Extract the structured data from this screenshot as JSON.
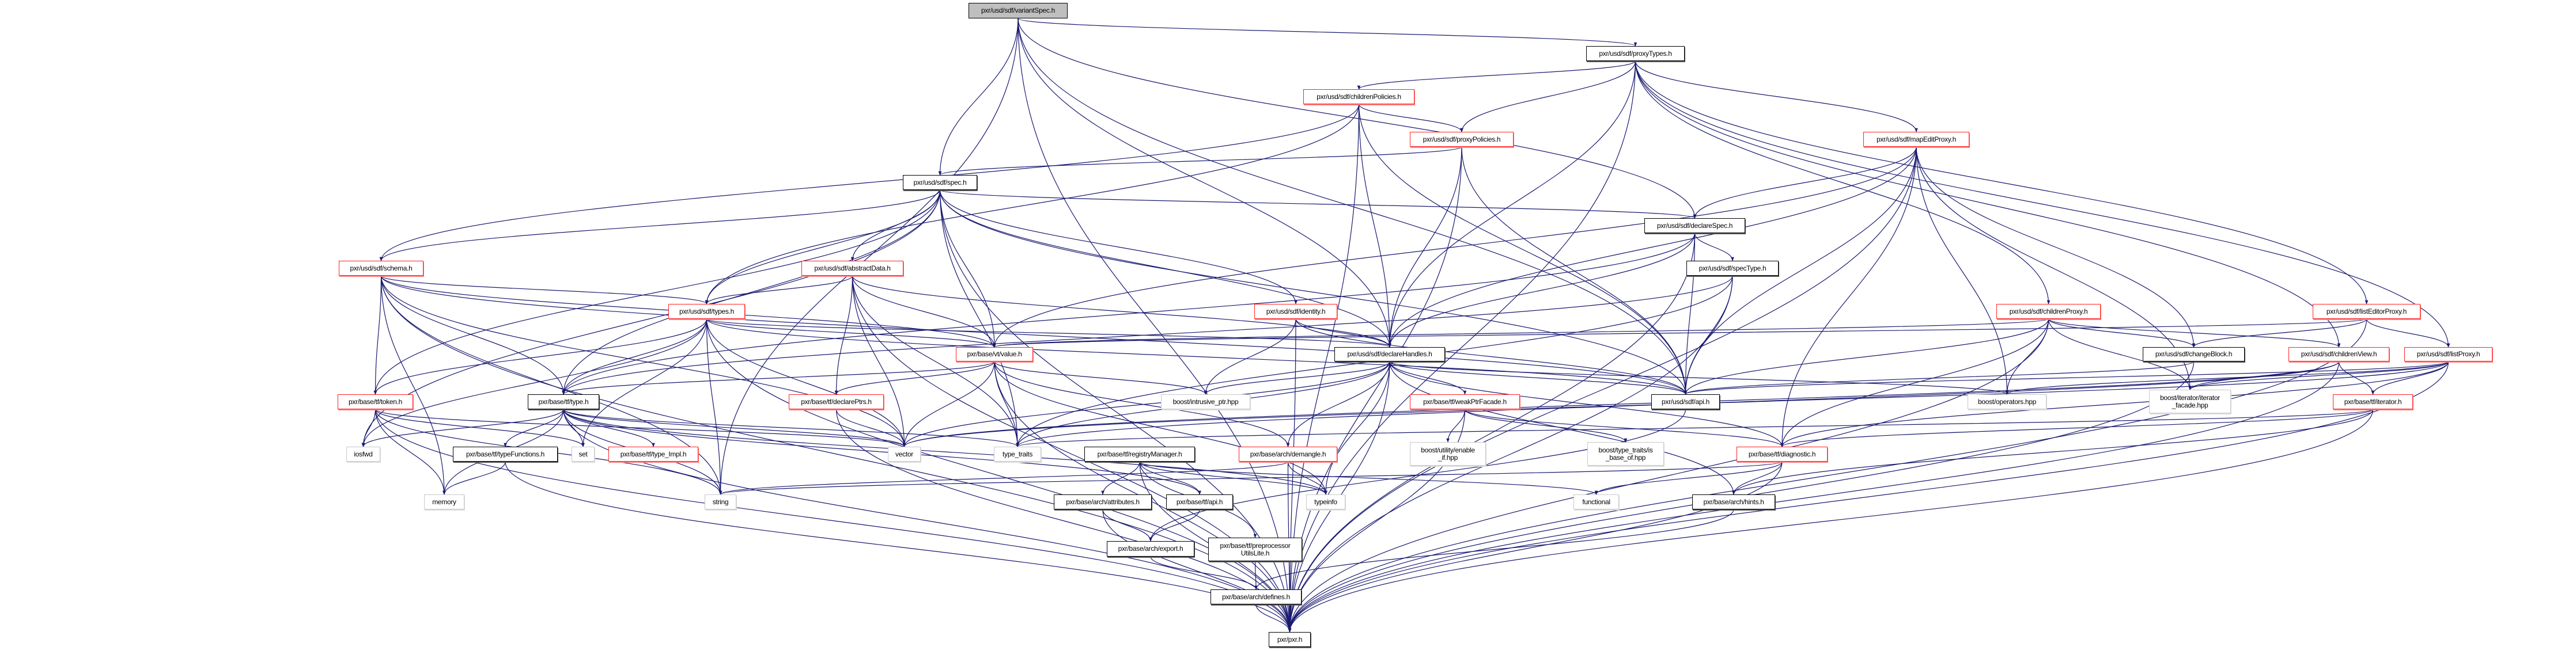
{
  "title": "pxr/usd/sdf/variantSpec.h include dependency graph",
  "colors": {
    "edge": "#191970",
    "truncated_border": "#ff2020",
    "root_fill": "#bfbfbf",
    "external_border": "#c8c8c8"
  },
  "nodes": [
    {
      "id": "variantSpec",
      "label": "pxr/usd/sdf/variantSpec.h",
      "kind": "root"
    },
    {
      "id": "proxyTypes",
      "label": "pxr/usd/sdf/proxyTypes.h",
      "kind": "normal"
    },
    {
      "id": "childrenPolicies",
      "label": "pxr/usd/sdf/childrenPolicies.h",
      "kind": "truncated"
    },
    {
      "id": "proxyPolicies",
      "label": "pxr/usd/sdf/proxyPolicies.h",
      "kind": "truncated"
    },
    {
      "id": "mapEditProxy",
      "label": "pxr/usd/sdf/mapEditProxy.h",
      "kind": "truncated"
    },
    {
      "id": "spec",
      "label": "pxr/usd/sdf/spec.h",
      "kind": "normal"
    },
    {
      "id": "declareSpec",
      "label": "pxr/usd/sdf/declareSpec.h",
      "kind": "normal"
    },
    {
      "id": "schema",
      "label": "pxr/usd/sdf/schema.h",
      "kind": "truncated"
    },
    {
      "id": "abstractData",
      "label": "pxr/usd/sdf/abstractData.h",
      "kind": "truncated"
    },
    {
      "id": "specType",
      "label": "pxr/usd/sdf/specType.h",
      "kind": "normal"
    },
    {
      "id": "childrenProxy",
      "label": "pxr/usd/sdf/childrenProxy.h",
      "kind": "truncated"
    },
    {
      "id": "listEditorProxy",
      "label": "pxr/usd/sdf/listEditorProxy.h",
      "kind": "truncated"
    },
    {
      "id": "types",
      "label": "pxr/usd/sdf/types.h",
      "kind": "truncated"
    },
    {
      "id": "identity",
      "label": "pxr/usd/sdf/identity.h",
      "kind": "truncated"
    },
    {
      "id": "value",
      "label": "pxr/base/vt/value.h",
      "kind": "truncated"
    },
    {
      "id": "declareHandles",
      "label": "pxr/usd/sdf/declareHandles.h",
      "kind": "normal"
    },
    {
      "id": "changeBlock",
      "label": "pxr/usd/sdf/changeBlock.h",
      "kind": "normal"
    },
    {
      "id": "childrenView",
      "label": "pxr/usd/sdf/childrenView.h",
      "kind": "truncated"
    },
    {
      "id": "listProxy",
      "label": "pxr/usd/sdf/listProxy.h",
      "kind": "truncated"
    },
    {
      "id": "token",
      "label": "pxr/base/tf/token.h",
      "kind": "truncated"
    },
    {
      "id": "type",
      "label": "pxr/base/tf/type.h",
      "kind": "normal"
    },
    {
      "id": "declarePtrs",
      "label": "pxr/base/tf/declarePtrs.h",
      "kind": "truncated"
    },
    {
      "id": "intrusive",
      "label": "boost/intrusive_ptr.hpp",
      "kind": "external"
    },
    {
      "id": "weakPtrFacade",
      "label": "pxr/base/tf/weakPtrFacade.h",
      "kind": "truncated"
    },
    {
      "id": "sdfapi",
      "label": "pxr/usd/sdf/api.h",
      "kind": "normal"
    },
    {
      "id": "operators",
      "label": "boost/operators.hpp",
      "kind": "external"
    },
    {
      "id": "iterFacade",
      "label": "boost/iterator/iterator\n_facade.hpp",
      "kind": "external"
    },
    {
      "id": "iterator",
      "label": "pxr/base/tf/iterator.h",
      "kind": "truncated"
    },
    {
      "id": "iosfwd",
      "label": "iosfwd",
      "kind": "external"
    },
    {
      "id": "typeFunctions",
      "label": "pxr/base/tf/typeFunctions.h",
      "kind": "normal"
    },
    {
      "id": "set",
      "label": "set",
      "kind": "external"
    },
    {
      "id": "typeImpl",
      "label": "pxr/base/tf/type_Impl.h",
      "kind": "truncated"
    },
    {
      "id": "vector",
      "label": "vector",
      "kind": "external"
    },
    {
      "id": "typeTraits",
      "label": "type_traits",
      "kind": "external"
    },
    {
      "id": "registryManager",
      "label": "pxr/base/tf/registryManager.h",
      "kind": "normal"
    },
    {
      "id": "demangle",
      "label": "pxr/base/arch/demangle.h",
      "kind": "truncated"
    },
    {
      "id": "enableIf",
      "label": "boost/utility/enable\n_if.hpp",
      "kind": "external"
    },
    {
      "id": "isBaseOf",
      "label": "boost/type_traits/is\n_base_of.hpp",
      "kind": "external"
    },
    {
      "id": "diagnostic",
      "label": "pxr/base/tf/diagnostic.h",
      "kind": "truncated"
    },
    {
      "id": "memory",
      "label": "memory",
      "kind": "external"
    },
    {
      "id": "string",
      "label": "string",
      "kind": "external"
    },
    {
      "id": "attributes",
      "label": "pxr/base/arch/attributes.h",
      "kind": "normal"
    },
    {
      "id": "tfapi",
      "label": "pxr/base/tf/api.h",
      "kind": "normal"
    },
    {
      "id": "typeinfo",
      "label": "typeinfo",
      "kind": "external"
    },
    {
      "id": "functional",
      "label": "functional",
      "kind": "external"
    },
    {
      "id": "hints",
      "label": "pxr/base/arch/hints.h",
      "kind": "normal"
    },
    {
      "id": "export",
      "label": "pxr/base/arch/export.h",
      "kind": "normal"
    },
    {
      "id": "ppUtils",
      "label": "pxr/base/tf/preprocessor\nUtilsLite.h",
      "kind": "normal"
    },
    {
      "id": "defines",
      "label": "pxr/base/arch/defines.h",
      "kind": "normal"
    },
    {
      "id": "pxr",
      "label": "pxr/pxr.h",
      "kind": "normal"
    }
  ],
  "edges": [
    [
      "variantSpec",
      "proxyTypes"
    ],
    [
      "variantSpec",
      "spec"
    ],
    [
      "variantSpec",
      "declareSpec"
    ],
    [
      "variantSpec",
      "sdfapi"
    ],
    [
      "variantSpec",
      "pxr"
    ],
    [
      "variantSpec",
      "string"
    ],
    [
      "variantSpec",
      "declareHandles"
    ],
    [
      "proxyTypes",
      "childrenPolicies"
    ],
    [
      "proxyTypes",
      "proxyPolicies"
    ],
    [
      "proxyTypes",
      "mapEditProxy"
    ],
    [
      "proxyTypes",
      "childrenProxy"
    ],
    [
      "proxyTypes",
      "listEditorProxy"
    ],
    [
      "proxyTypes",
      "listProxy"
    ],
    [
      "proxyTypes",
      "childrenView"
    ],
    [
      "proxyTypes",
      "declareHandles"
    ],
    [
      "proxyTypes",
      "pxr"
    ],
    [
      "childrenPolicies",
      "proxyPolicies"
    ],
    [
      "childrenPolicies",
      "schema"
    ],
    [
      "childrenPolicies",
      "types"
    ],
    [
      "childrenPolicies",
      "declareHandles"
    ],
    [
      "childrenPolicies",
      "sdfapi"
    ],
    [
      "childrenPolicies",
      "pxr"
    ],
    [
      "proxyPolicies",
      "spec"
    ],
    [
      "proxyPolicies",
      "declareHandles"
    ],
    [
      "proxyPolicies",
      "sdfapi"
    ],
    [
      "proxyPolicies",
      "pxr"
    ],
    [
      "mapEditProxy",
      "declareSpec"
    ],
    [
      "mapEditProxy",
      "value"
    ],
    [
      "mapEditProxy",
      "declareHandles"
    ],
    [
      "mapEditProxy",
      "changeBlock"
    ],
    [
      "mapEditProxy",
      "iterFacade"
    ],
    [
      "mapEditProxy",
      "operators"
    ],
    [
      "mapEditProxy",
      "diagnostic"
    ],
    [
      "mapEditProxy",
      "sdfapi"
    ],
    [
      "mapEditProxy",
      "pxr"
    ],
    [
      "spec",
      "declareSpec"
    ],
    [
      "spec",
      "schema"
    ],
    [
      "spec",
      "abstractData"
    ],
    [
      "spec",
      "identity"
    ],
    [
      "spec",
      "types"
    ],
    [
      "spec",
      "value"
    ],
    [
      "spec",
      "declareHandles"
    ],
    [
      "spec",
      "sdfapi"
    ],
    [
      "spec",
      "token"
    ],
    [
      "spec",
      "type"
    ],
    [
      "spec",
      "iosfwd"
    ],
    [
      "spec",
      "typeTraits"
    ],
    [
      "spec",
      "pxr"
    ],
    [
      "declareSpec",
      "specType"
    ],
    [
      "declareSpec",
      "declareHandles"
    ],
    [
      "declareSpec",
      "sdfapi"
    ],
    [
      "declareSpec",
      "type"
    ],
    [
      "declareSpec",
      "pxr"
    ],
    [
      "schema",
      "types"
    ],
    [
      "schema",
      "token"
    ],
    [
      "schema",
      "type"
    ],
    [
      "schema",
      "value"
    ],
    [
      "schema",
      "sdfapi"
    ],
    [
      "schema",
      "memory"
    ],
    [
      "schema",
      "string"
    ],
    [
      "schema",
      "vector"
    ],
    [
      "schema",
      "pxr"
    ],
    [
      "abstractData",
      "types"
    ],
    [
      "abstractData",
      "value"
    ],
    [
      "abstractData",
      "declarePtrs"
    ],
    [
      "abstractData",
      "declareHandles"
    ],
    [
      "abstractData",
      "vector"
    ],
    [
      "abstractData",
      "typeTraits"
    ],
    [
      "abstractData",
      "pxr"
    ],
    [
      "specType",
      "sdfapi"
    ],
    [
      "specType",
      "type"
    ],
    [
      "specType",
      "typeTraits"
    ],
    [
      "specType",
      "pxr"
    ],
    [
      "childrenProxy",
      "changeBlock"
    ],
    [
      "childrenProxy",
      "childrenView"
    ],
    [
      "childrenProxy",
      "iterFacade"
    ],
    [
      "childrenProxy",
      "operators"
    ],
    [
      "childrenProxy",
      "sdfapi"
    ],
    [
      "childrenProxy",
      "value"
    ],
    [
      "childrenProxy",
      "diagnostic"
    ],
    [
      "childrenProxy",
      "pxr"
    ],
    [
      "listEditorProxy",
      "changeBlock"
    ],
    [
      "listEditorProxy",
      "listProxy"
    ],
    [
      "listEditorProxy",
      "value"
    ],
    [
      "listEditorProxy",
      "pxr"
    ],
    [
      "types",
      "value"
    ],
    [
      "types",
      "declareHandles"
    ],
    [
      "types",
      "token"
    ],
    [
      "types",
      "type"
    ],
    [
      "types",
      "sdfapi"
    ],
    [
      "types",
      "iosfwd"
    ],
    [
      "types",
      "vector"
    ],
    [
      "types",
      "string"
    ],
    [
      "types",
      "set"
    ],
    [
      "types",
      "pxr"
    ],
    [
      "identity",
      "declareHandles"
    ],
    [
      "identity",
      "intrusive"
    ],
    [
      "identity",
      "sdfapi"
    ],
    [
      "identity",
      "pxr"
    ],
    [
      "value",
      "type"
    ],
    [
      "value",
      "declarePtrs"
    ],
    [
      "value",
      "intrusive"
    ],
    [
      "value",
      "typeTraits"
    ],
    [
      "value",
      "typeinfo"
    ],
    [
      "value",
      "demangle"
    ],
    [
      "value",
      "vector"
    ],
    [
      "value",
      "pxr"
    ],
    [
      "declareHandles",
      "weakPtrFacade"
    ],
    [
      "declareHandles",
      "sdfapi"
    ],
    [
      "declareHandles",
      "operators"
    ],
    [
      "declareHandles",
      "vector"
    ],
    [
      "declareHandles",
      "typeTraits"
    ],
    [
      "declareHandles",
      "typeinfo"
    ],
    [
      "declareHandles",
      "demangle"
    ],
    [
      "declareHandles",
      "diagnostic"
    ],
    [
      "declareHandles",
      "hints"
    ],
    [
      "declareHandles",
      "intrusive"
    ],
    [
      "declareHandles",
      "pxr"
    ],
    [
      "changeBlock",
      "sdfapi"
    ],
    [
      "changeBlock",
      "pxr"
    ],
    [
      "childrenView",
      "iterator"
    ],
    [
      "childrenView",
      "iterFacade"
    ],
    [
      "childrenView",
      "vector"
    ],
    [
      "childrenView",
      "typeTraits"
    ],
    [
      "childrenView",
      "pxr"
    ],
    [
      "listProxy",
      "iterator"
    ],
    [
      "listProxy",
      "operators"
    ],
    [
      "listProxy",
      "iterFacade"
    ],
    [
      "listProxy",
      "vector"
    ],
    [
      "listProxy",
      "diagnostic"
    ],
    [
      "listProxy",
      "sdfapi"
    ],
    [
      "listProxy",
      "pxr"
    ],
    [
      "token",
      "iosfwd"
    ],
    [
      "token",
      "string"
    ],
    [
      "token",
      "vector"
    ],
    [
      "token",
      "set"
    ],
    [
      "token",
      "memory"
    ],
    [
      "token",
      "pxr"
    ],
    [
      "type",
      "typeFunctions"
    ],
    [
      "type",
      "set"
    ],
    [
      "type",
      "typeImpl"
    ],
    [
      "type",
      "iosfwd"
    ],
    [
      "type",
      "vector"
    ],
    [
      "type",
      "string"
    ],
    [
      "type",
      "typeTraits"
    ],
    [
      "type",
      "memory"
    ],
    [
      "type",
      "tfapi"
    ],
    [
      "type",
      "typeinfo"
    ],
    [
      "type",
      "pxr"
    ],
    [
      "declarePtrs",
      "vector"
    ],
    [
      "declarePtrs",
      "pxr"
    ],
    [
      "weakPtrFacade",
      "enableIf"
    ],
    [
      "weakPtrFacade",
      "isBaseOf"
    ],
    [
      "weakPtrFacade",
      "diagnostic"
    ],
    [
      "weakPtrFacade",
      "pxr"
    ],
    [
      "sdfapi",
      "export"
    ],
    [
      "iterator",
      "hints"
    ],
    [
      "iterator",
      "diagnostic"
    ],
    [
      "iterator",
      "typeTraits"
    ],
    [
      "iterator",
      "pxr"
    ],
    [
      "typeFunctions",
      "memory"
    ],
    [
      "typeFunctions",
      "pxr"
    ],
    [
      "registryManager",
      "attributes"
    ],
    [
      "registryManager",
      "tfapi"
    ],
    [
      "registryManager",
      "typeinfo"
    ],
    [
      "registryManager",
      "functional"
    ],
    [
      "registryManager",
      "ppUtils"
    ],
    [
      "registryManager",
      "pxr"
    ],
    [
      "demangle",
      "typeinfo"
    ],
    [
      "demangle",
      "string"
    ],
    [
      "demangle",
      "pxr"
    ],
    [
      "diagnostic",
      "hints"
    ],
    [
      "diagnostic",
      "string"
    ],
    [
      "diagnostic",
      "functional"
    ],
    [
      "diagnostic",
      "pxr"
    ],
    [
      "attributes",
      "export"
    ],
    [
      "attributes",
      "pxr"
    ],
    [
      "tfapi",
      "export"
    ],
    [
      "ppUtils",
      "defines"
    ],
    [
      "export",
      "defines"
    ],
    [
      "hints",
      "defines"
    ],
    [
      "defines",
      "pxr"
    ]
  ]
}
